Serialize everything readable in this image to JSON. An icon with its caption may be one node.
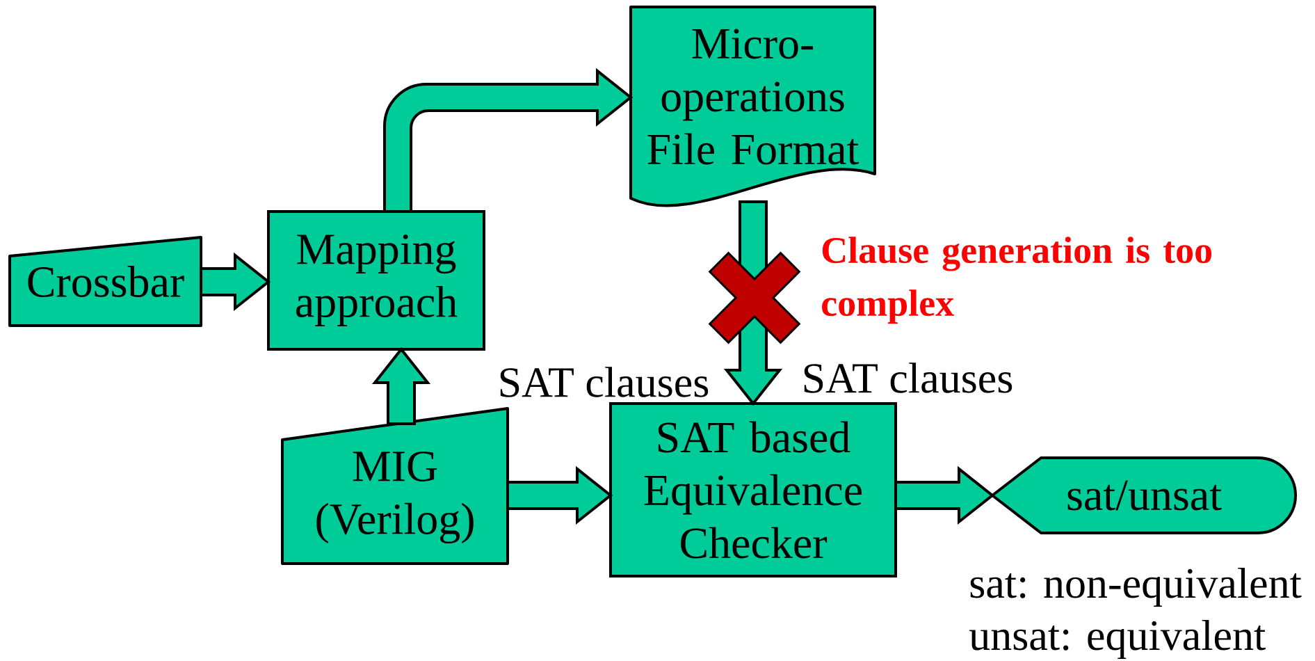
{
  "diagram": {
    "nodes": [
      {
        "text": [
          "Crossbar"
        ]
      },
      {
        "text": [
          "Mapping approach"
        ]
      },
      {
        "text": [
          "Micro-operations File Format"
        ]
      },
      {
        "text": [
          "MIG (Verilog)"
        ]
      },
      {
        "text": [
          "SAT based Equivalence Checker"
        ]
      },
      {
        "text": [
          "sat/unsat"
        ]
      }
    ],
    "edges": [
      {
        "from": 0,
        "to": 1,
        "arrow": "to"
      },
      {
        "from": 1,
        "to": 2,
        "arrow": "to"
      },
      {
        "from": 3,
        "to": 1,
        "arrow": "to"
      },
      {
        "from": 3,
        "to": 4,
        "arrow": "to"
      },
      {
        "from": 2,
        "to": 4,
        "arrow": "to"
      },
      {
        "from": 4,
        "to": 5,
        "arrow": "to"
      }
    ],
    "labels": [
      "Clause generation is too complex",
      "SAT clauses",
      "SAT clauses",
      "sat: non-equivalent",
      "unsat: equivalent"
    ]
  }
}
